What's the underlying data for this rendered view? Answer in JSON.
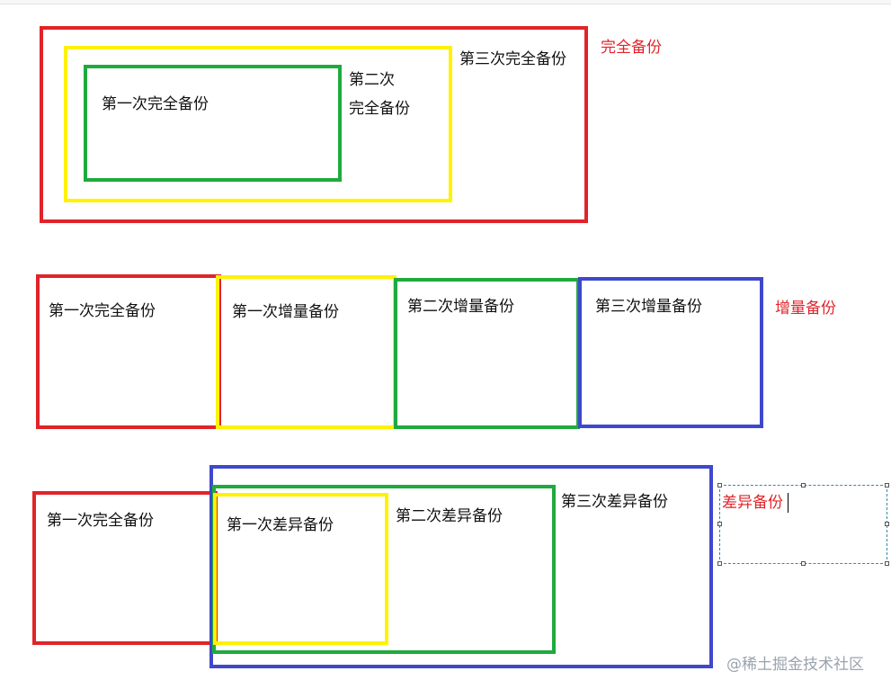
{
  "full": {
    "section_label": "完全备份",
    "outer_label": "第三次完全备份",
    "middle_label_line1": "第二次",
    "middle_label_line2": "完全备份",
    "inner_label": "第一次完全备份"
  },
  "incremental": {
    "section_label": "增量备份",
    "blocks": [
      "第一次完全备份",
      "第一次增量备份",
      "第二次增量备份",
      "第三次增量备份"
    ]
  },
  "differential": {
    "section_label": "差异备份",
    "full_label": "第一次完全备份",
    "first_label": "第一次差异备份",
    "second_label": "第二次差异备份",
    "third_label": "第三次差异备份"
  },
  "watermark": "@稀土掘金技术社区",
  "colors": {
    "red": "#e0242a",
    "yellow": "#fff200",
    "green": "#1faa3e",
    "blue": "#3f48cc",
    "label": "#e0242a"
  }
}
